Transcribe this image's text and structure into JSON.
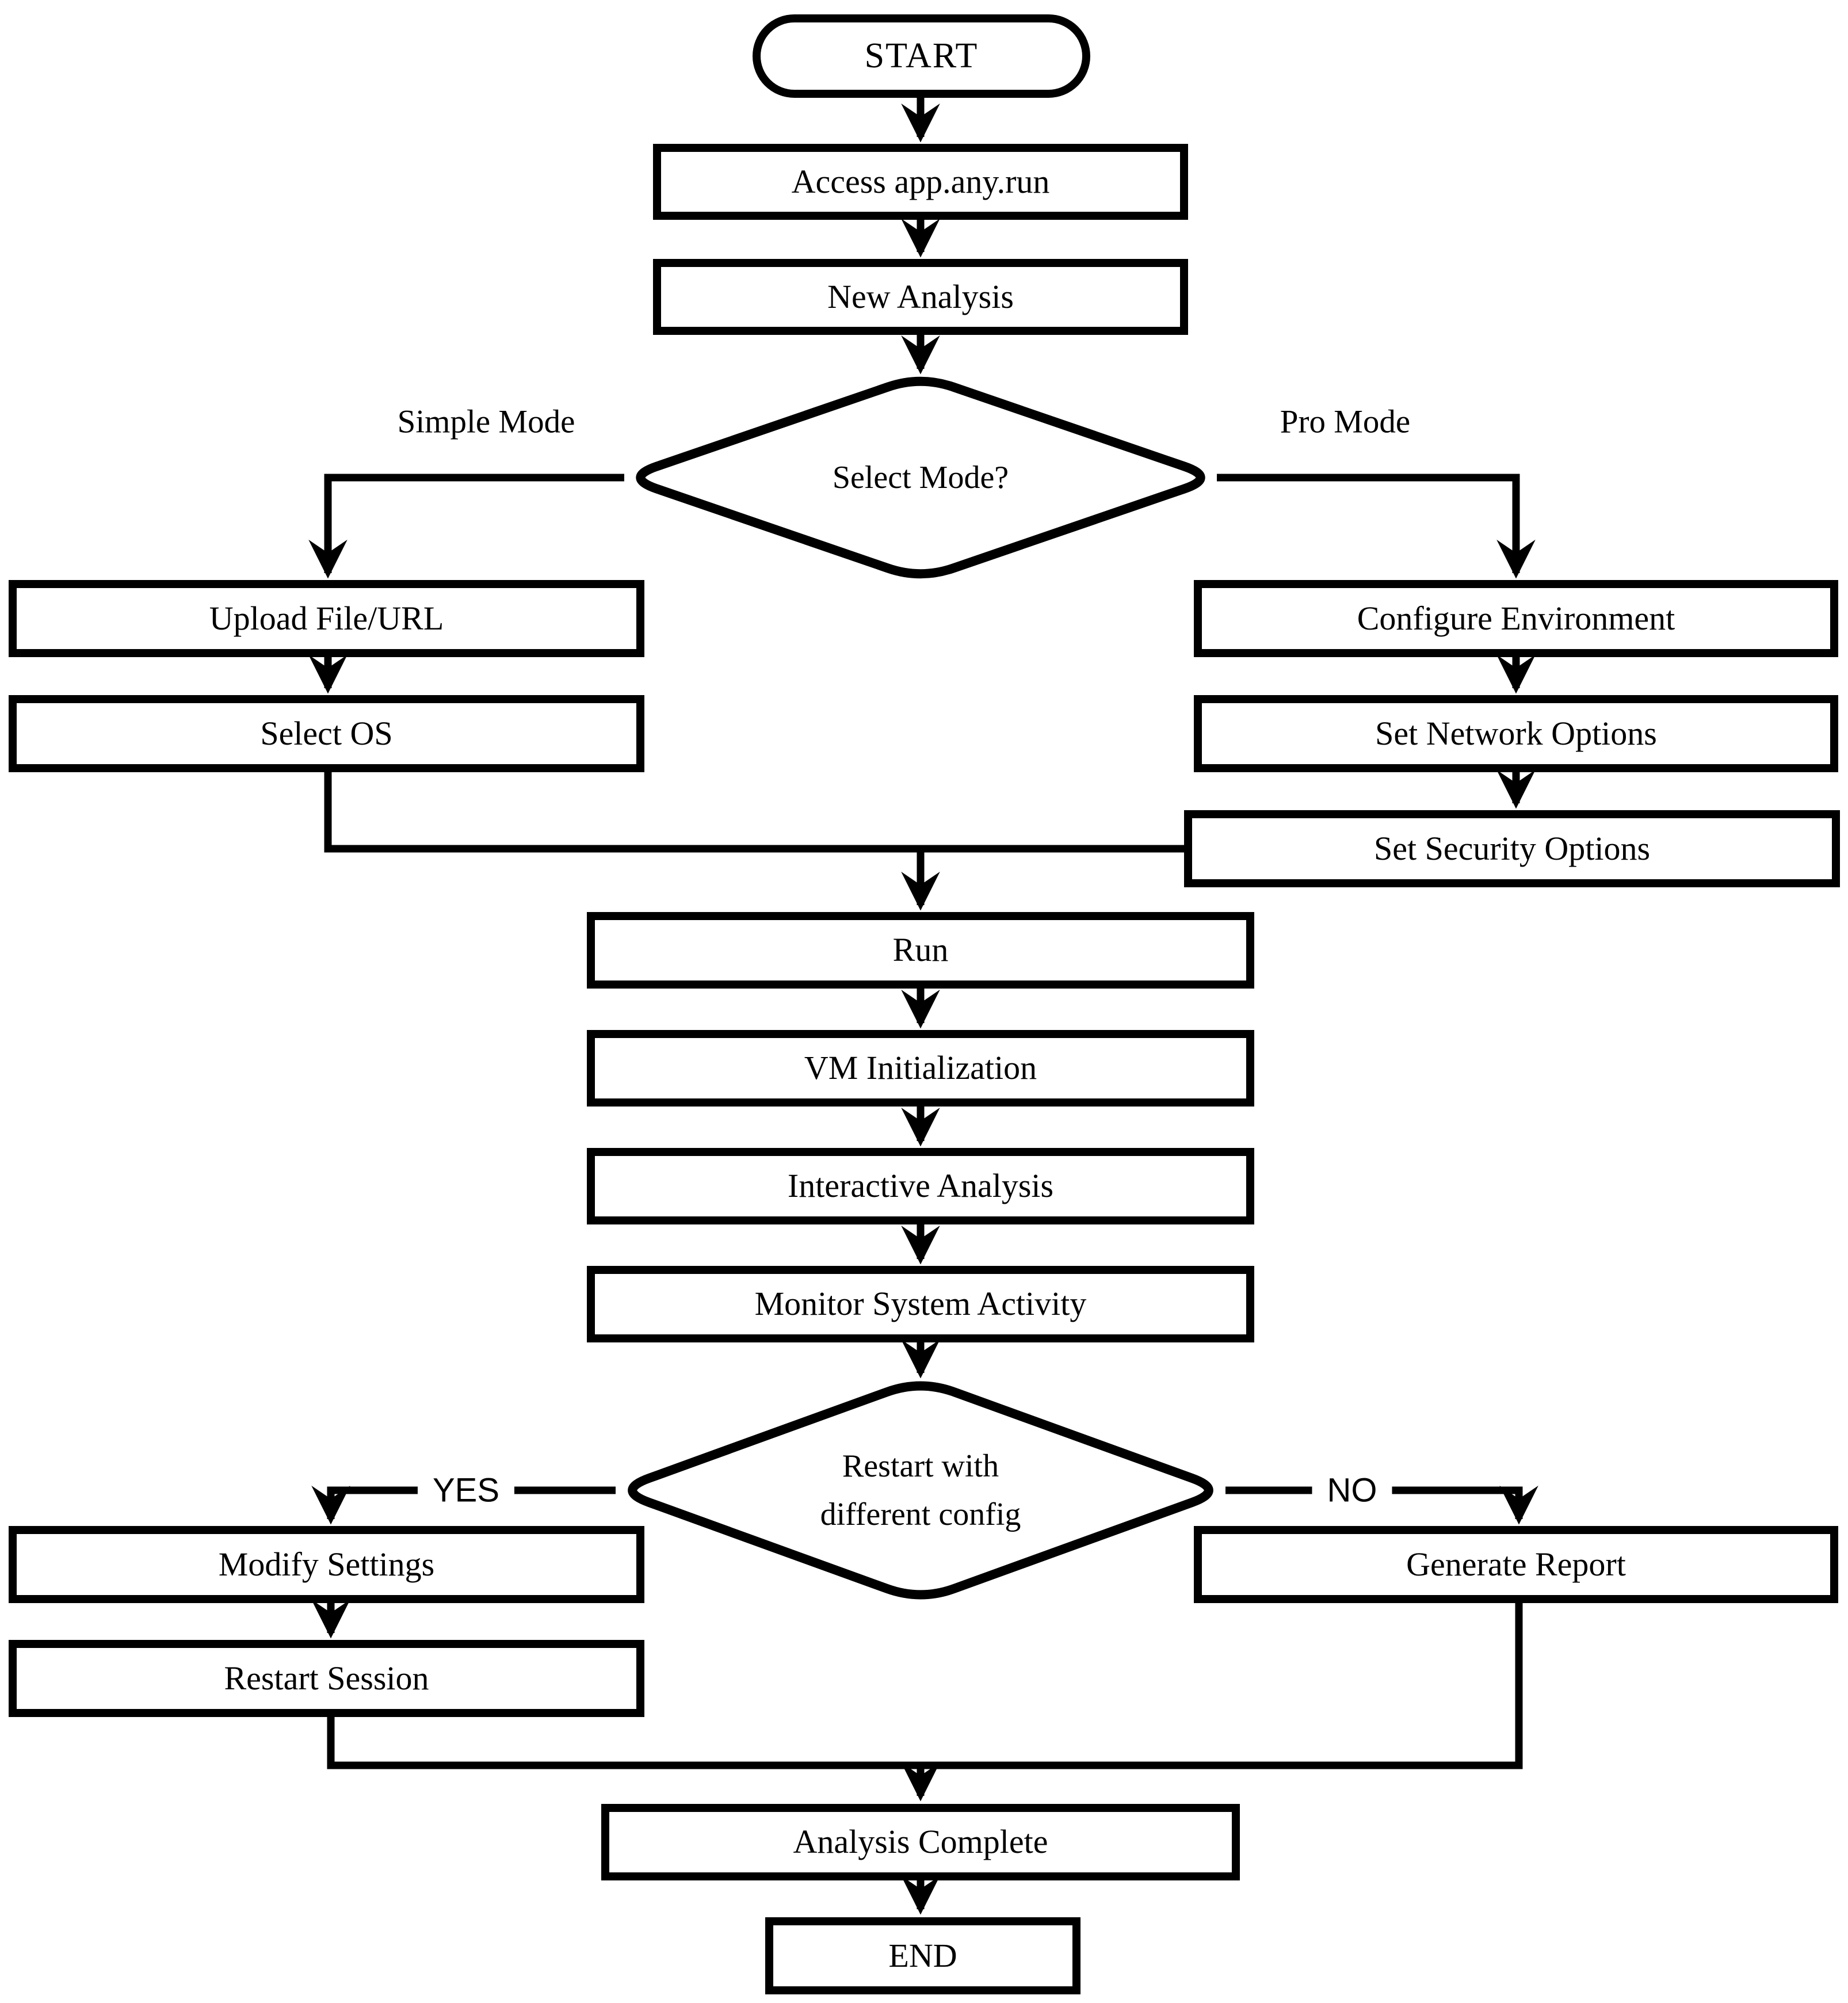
{
  "nodes": {
    "start": {
      "label": "START"
    },
    "access": {
      "label": "Access app.any.run"
    },
    "new_analysis": {
      "label": "New Analysis"
    },
    "select_mode": {
      "label": "Select Mode?"
    },
    "upload_file": {
      "label": "Upload File/URL"
    },
    "select_os": {
      "label": "Select OS"
    },
    "configure_environment": {
      "label": "Configure Environment"
    },
    "set_network_options": {
      "label": "Set Network Options"
    },
    "set_security_options": {
      "label": "Set Security Options"
    },
    "run": {
      "label": "Run"
    },
    "vm_initialization": {
      "label": "VM Initialization"
    },
    "interactive_analysis": {
      "label": "Interactive Analysis"
    },
    "monitor_system_activity": {
      "label": "Monitor System Activity"
    },
    "restart_decision": {
      "lines": [
        "Restart with",
        "different config"
      ]
    },
    "modify_settings": {
      "label": "Modify Settings"
    },
    "restart_session": {
      "label": "Restart Session"
    },
    "generate_report": {
      "label": "Generate Report"
    },
    "analysis_complete": {
      "label": "Analysis Complete"
    },
    "end": {
      "label": "END"
    }
  },
  "edge_labels": {
    "simple_mode": "Simple Mode",
    "pro_mode": "Pro Mode",
    "yes": "YES",
    "no": "NO"
  },
  "colors": {
    "line": "#000000",
    "fill": "#ffffff",
    "text": "#000000"
  }
}
